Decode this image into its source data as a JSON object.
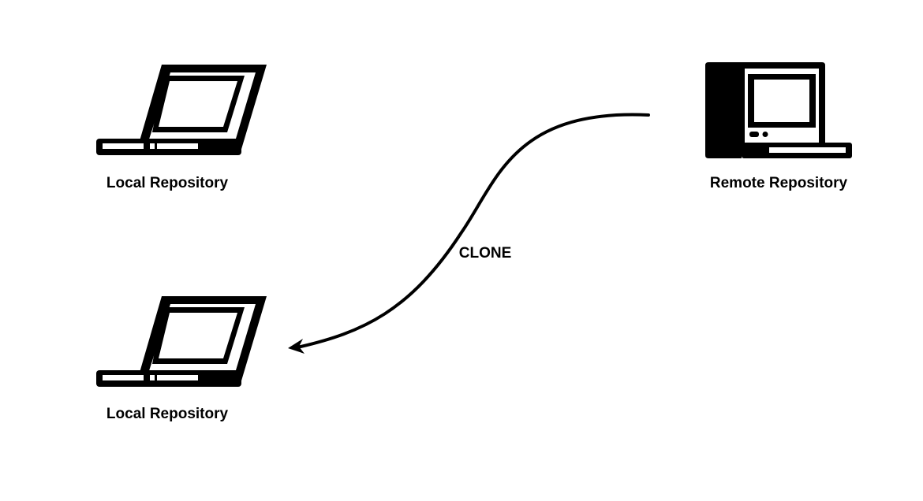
{
  "nodes": [
    {
      "id": "local-1",
      "label": "Local Repository",
      "icon": "laptop-icon"
    },
    {
      "id": "local-2",
      "label": "Local Repository",
      "icon": "laptop-icon"
    },
    {
      "id": "remote",
      "label": "Remote Repository",
      "icon": "desktop-computer-icon"
    }
  ],
  "edges": [
    {
      "from": "remote",
      "to": "local-2",
      "label": "CLONE",
      "arrow": "end"
    }
  ],
  "colors": {
    "stroke": "#000000",
    "background": "#ffffff"
  }
}
